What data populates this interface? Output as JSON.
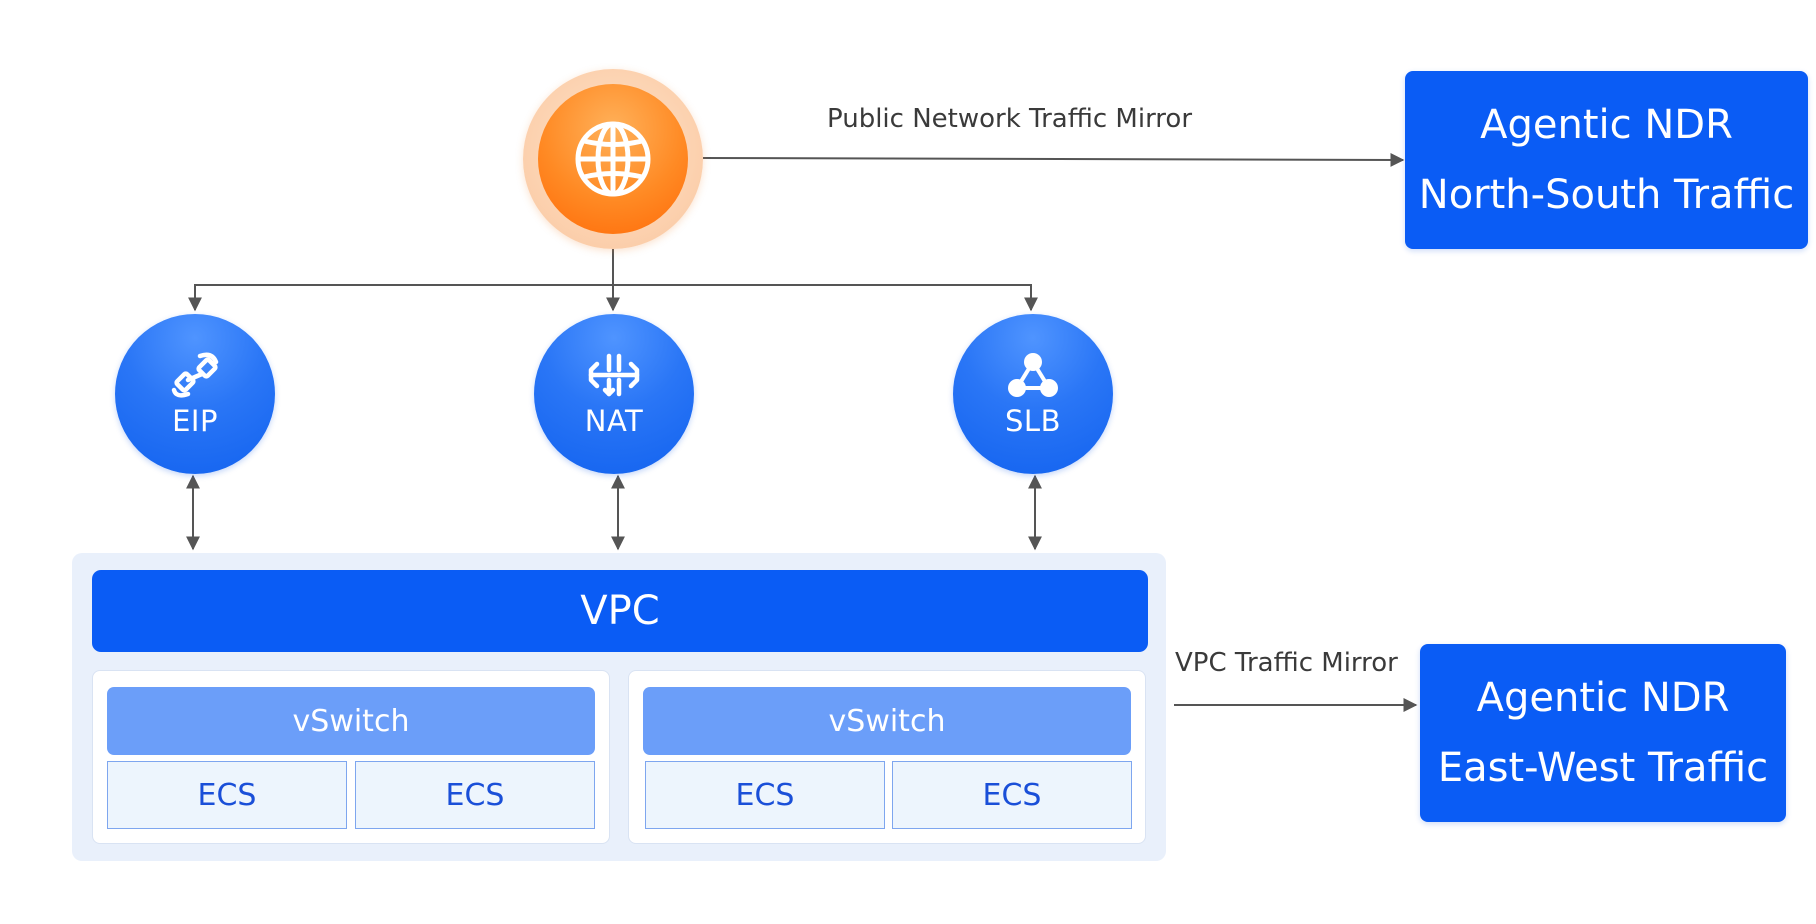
{
  "nodes": {
    "internet": {
      "icon": "globe-icon"
    },
    "eip": {
      "label": "EIP",
      "icon": "cable-link-icon"
    },
    "nat": {
      "label": "NAT",
      "icon": "nat-gateway-icon"
    },
    "slb": {
      "label": "SLB",
      "icon": "network-nodes-icon"
    },
    "vpc": {
      "label": "VPC"
    },
    "vswitch_left": {
      "label": "vSwitch",
      "ecs": [
        "ECS",
        "ECS"
      ]
    },
    "vswitch_right": {
      "label": "vSwitch",
      "ecs": [
        "ECS",
        "ECS"
      ]
    },
    "ndr_north_south": {
      "line1": "Agentic NDR",
      "line2": "North-South Traffic"
    },
    "ndr_east_west": {
      "line1": "Agentic NDR",
      "line2": "East-West Traffic"
    }
  },
  "edges": {
    "public_mirror": {
      "label": "Public Network Traffic Mirror"
    },
    "vpc_mirror": {
      "label": "VPC Traffic Mirror"
    }
  },
  "colors": {
    "primary_blue": "#0a5cf5",
    "vswitch_blue": "#6b9ef9",
    "orange": "#ff7a14",
    "line": "#555555"
  }
}
